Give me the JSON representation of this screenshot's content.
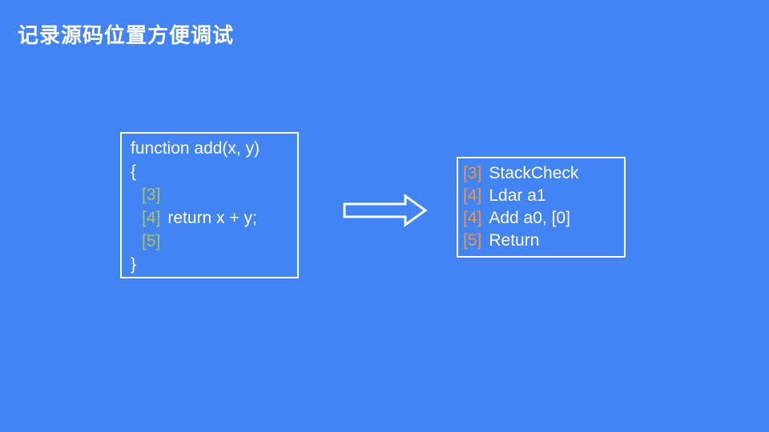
{
  "slide": {
    "title": "记录源码位置方便调试",
    "background_color": "#4284f3",
    "text_color": "#ffffff"
  },
  "source_box": {
    "marker_color": "#adc25c",
    "border_color": "#ffffff",
    "lines": [
      {
        "prefix": "",
        "text": "function add(x, y)"
      },
      {
        "prefix": "",
        "text": "{"
      },
      {
        "prefix": "[3]",
        "text": ""
      },
      {
        "prefix": "[4]",
        "text": "return x + y;"
      },
      {
        "prefix": "[5]",
        "text": ""
      },
      {
        "prefix": "",
        "text": "}"
      }
    ]
  },
  "bytecode_box": {
    "marker_color": "#f0923f",
    "border_color": "#ffffff",
    "lines": [
      {
        "prefix": "[3]",
        "text": "StackCheck"
      },
      {
        "prefix": "[4]",
        "text": "Ldar a1"
      },
      {
        "prefix": "[4]",
        "text": "Add a0, [0]"
      },
      {
        "prefix": "[5]",
        "text": "Return"
      }
    ]
  },
  "icons": {
    "arrow": "right-block-arrow"
  }
}
